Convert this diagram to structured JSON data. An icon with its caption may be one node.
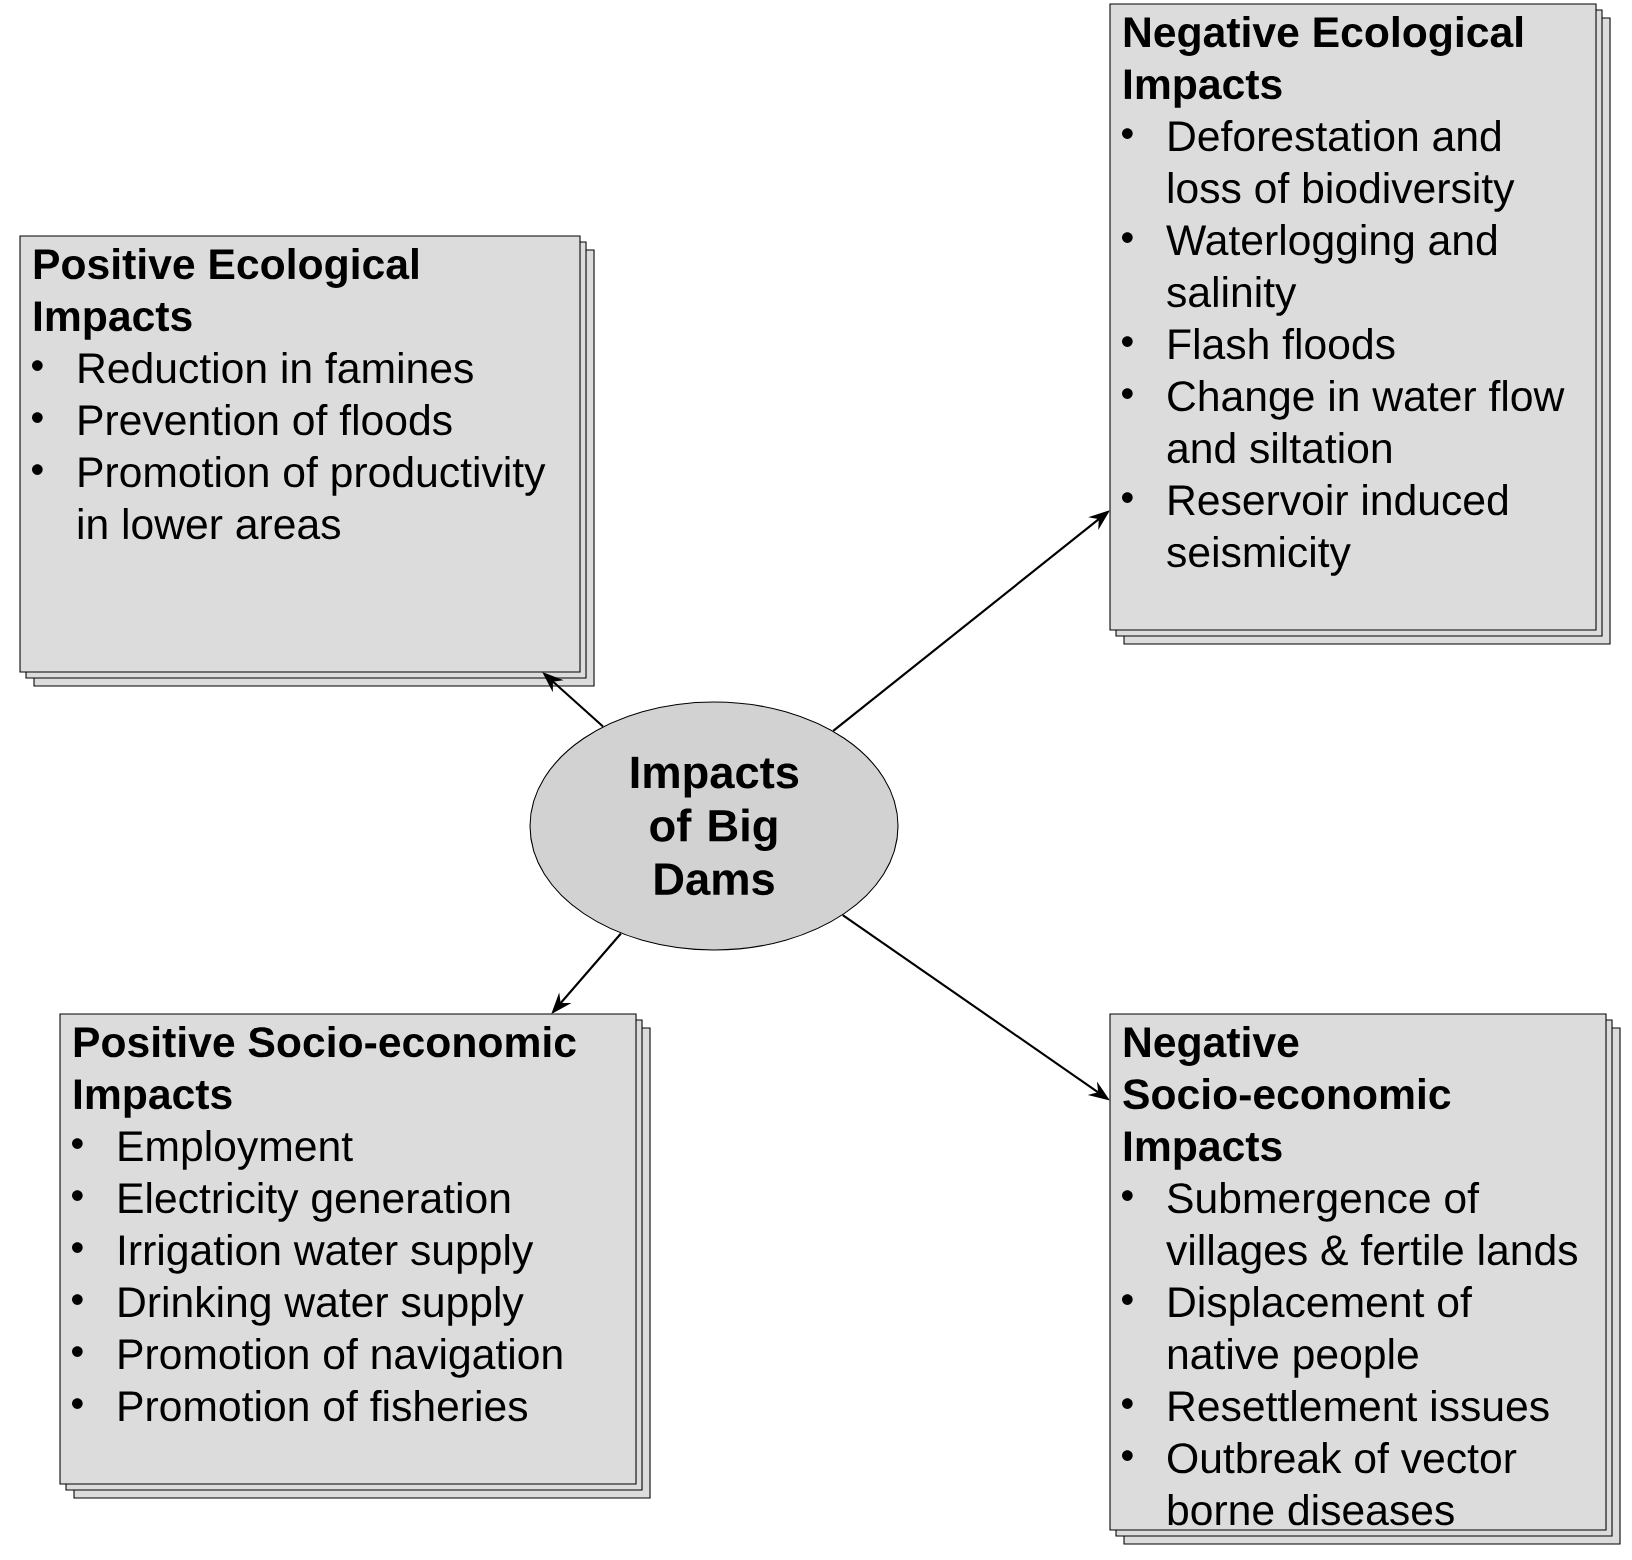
{
  "diagram": {
    "nodes": [
      {
        "text": [
          "Positive Ecological Impacts",
          "Reduction in famines",
          "Prevention of floods",
          "Promotion of productivity in lower areas"
        ]
      },
      {
        "text": [
          "Negative Ecological Impacts",
          "Deforestation and loss of biodiversity",
          "Waterlogging and salinity",
          "Flash floods",
          "Change in water flow and siltation",
          "Reservoir induced seismicity"
        ]
      },
      {
        "text": [
          "Impacts of Big Dams"
        ]
      },
      {
        "text": [
          "Positive Socio-economic Impacts",
          "Employment",
          "Electricity generation",
          "Irrigation water supply",
          "Drinking water supply",
          "Promotion of navigation",
          "Promotion of fisheries"
        ]
      },
      {
        "text": [
          "Negative Socio-economic Impacts",
          "Submergence of villages & fertile lands",
          "Displacement of native people",
          "Resettlement issues",
          "Outbreak of vector borne diseases"
        ]
      }
    ],
    "edges": [
      {
        "from": 2,
        "to": 0,
        "arrow": "to"
      },
      {
        "from": 2,
        "to": 1,
        "arrow": "to"
      },
      {
        "from": 2,
        "to": 3,
        "arrow": "to"
      },
      {
        "from": 2,
        "to": 4,
        "arrow": "to"
      }
    ]
  }
}
